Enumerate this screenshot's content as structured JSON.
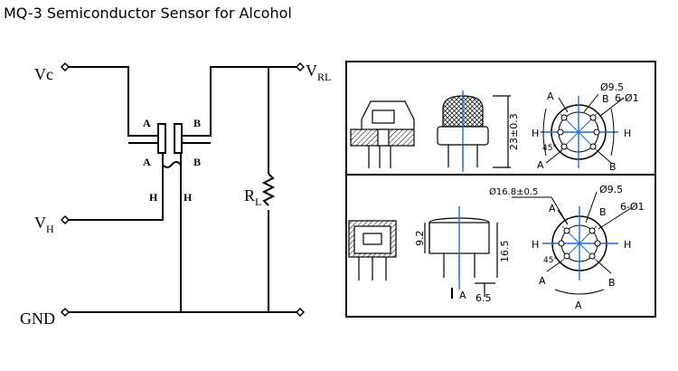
{
  "title": "MQ-3 Semiconductor Sensor for Alcohol",
  "circuit": {
    "vc": {
      "main": "Vc",
      "sub": ""
    },
    "vrl": {
      "main": "V",
      "sub": "RL"
    },
    "vh": {
      "main": "V",
      "sub": "H"
    },
    "gnd": {
      "main": "GND",
      "sub": ""
    },
    "rl": {
      "main": "R",
      "sub": "L"
    },
    "pin_a_top": "A",
    "pin_b_top": "B",
    "pin_a_bottom": "A",
    "pin_b_bottom": "B",
    "heater_left": "H",
    "heater_right": "H"
  },
  "dimensions_top": {
    "height_dim": "23±0.3",
    "dia": "Ø9.5",
    "pins": "6-Ø1",
    "A_upper": "A",
    "B_upper": "B",
    "H_left": "H",
    "H_right": "H",
    "angle": "45°",
    "A_lower": "A",
    "B_lower": "B"
  },
  "dimensions_bottom": {
    "outer_dia": "Ø16.8±0.5",
    "dia": "Ø9.5",
    "pins": "6-Ø1",
    "height": "9.2",
    "pin_len": "16.5",
    "pin_pitch": "6.5",
    "view_arrow": "A",
    "A_upper": "A",
    "B_upper": "B",
    "H_left": "H",
    "H_right": "H",
    "angle": "45°",
    "A_lower": "A",
    "B_lower": "B",
    "A_bottom": "A"
  },
  "colors": {
    "line": "#000000",
    "accent_blue": "#1f6fd1",
    "hatch": "#555555"
  }
}
